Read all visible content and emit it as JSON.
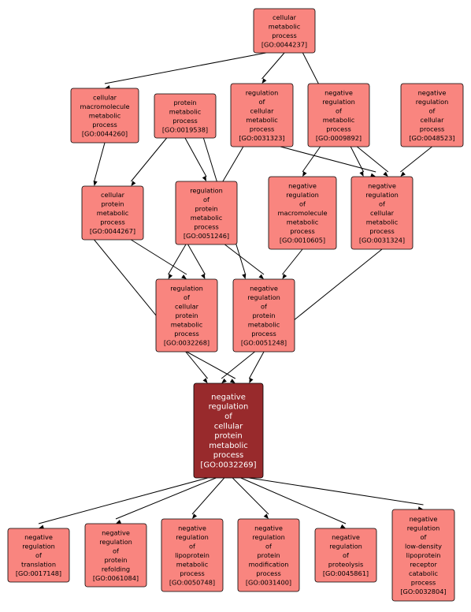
{
  "graph": {
    "colors": {
      "node": "#f9857f",
      "focus_node": "#982a2c",
      "border": "#000000",
      "edge": "#000000"
    },
    "nodes": [
      {
        "id": "n1",
        "lines": [
          "cellular",
          "metabolic",
          "process",
          "[GO:0044237]"
        ]
      },
      {
        "id": "n2",
        "lines": [
          "cellular",
          "macromolecule",
          "metabolic",
          "process",
          "[GO:0044260]"
        ]
      },
      {
        "id": "n3",
        "lines": [
          "protein",
          "metabolic",
          "process",
          "[GO:0019538]"
        ]
      },
      {
        "id": "n4",
        "lines": [
          "regulation",
          "of",
          "cellular",
          "metabolic",
          "process",
          "[GO:0031323]"
        ]
      },
      {
        "id": "n5",
        "lines": [
          "negative",
          "regulation",
          "of",
          "metabolic",
          "process",
          "[GO:0009892]"
        ]
      },
      {
        "id": "n6",
        "lines": [
          "negative",
          "regulation",
          "of",
          "cellular",
          "process",
          "[GO:0048523]"
        ]
      },
      {
        "id": "n7",
        "lines": [
          "cellular",
          "protein",
          "metabolic",
          "process",
          "[GO:0044267]"
        ]
      },
      {
        "id": "n8",
        "lines": [
          "regulation",
          "of",
          "protein",
          "metabolic",
          "process",
          "[GO:0051246]"
        ]
      },
      {
        "id": "n9",
        "lines": [
          "negative",
          "regulation",
          "of",
          "macromolecule",
          "metabolic",
          "process",
          "[GO:0010605]"
        ]
      },
      {
        "id": "n10",
        "lines": [
          "negative",
          "regulation",
          "of",
          "cellular",
          "metabolic",
          "process",
          "[GO:0031324]"
        ]
      },
      {
        "id": "n11",
        "lines": [
          "regulation",
          "of",
          "cellular",
          "protein",
          "metabolic",
          "process",
          "[GO:0032268]"
        ]
      },
      {
        "id": "n12",
        "lines": [
          "negative",
          "regulation",
          "of",
          "protein",
          "metabolic",
          "process",
          "[GO:0051248]"
        ]
      },
      {
        "id": "n13",
        "lines": [
          "negative",
          "regulation",
          "of",
          "cellular",
          "protein",
          "metabolic",
          "process",
          "[GO:0032269]"
        ],
        "focus": true
      },
      {
        "id": "n14",
        "lines": [
          "negative",
          "regulation",
          "of",
          "translation",
          "[GO:0017148]"
        ]
      },
      {
        "id": "n15",
        "lines": [
          "negative",
          "regulation",
          "of",
          "protein",
          "refolding",
          "[GO:0061084]"
        ]
      },
      {
        "id": "n16",
        "lines": [
          "negative",
          "regulation",
          "of",
          "lipoprotein",
          "metabolic",
          "process",
          "[GO:0050748]"
        ]
      },
      {
        "id": "n17",
        "lines": [
          "negative",
          "regulation",
          "of",
          "protein",
          "modification",
          "process",
          "[GO:0031400]"
        ]
      },
      {
        "id": "n18",
        "lines": [
          "negative",
          "regulation",
          "of",
          "proteolysis",
          "[GO:0045861]"
        ]
      },
      {
        "id": "n19",
        "lines": [
          "negative",
          "regulation",
          "of",
          "low-density",
          "lipoprotein",
          "receptor",
          "catabolic",
          "process",
          "[GO:0032804]"
        ]
      }
    ],
    "edges": [
      [
        "n1",
        "n2"
      ],
      [
        "n1",
        "n4"
      ],
      [
        "n1",
        "n10"
      ],
      [
        "n2",
        "n7"
      ],
      [
        "n3",
        "n7"
      ],
      [
        "n3",
        "n8"
      ],
      [
        "n3",
        "n12"
      ],
      [
        "n4",
        "n11"
      ],
      [
        "n4",
        "n10"
      ],
      [
        "n5",
        "n9"
      ],
      [
        "n5",
        "n10"
      ],
      [
        "n6",
        "n10"
      ],
      [
        "n7",
        "n13"
      ],
      [
        "n7",
        "n11"
      ],
      [
        "n8",
        "n11"
      ],
      [
        "n8",
        "n12"
      ],
      [
        "n9",
        "n12"
      ],
      [
        "n10",
        "n13"
      ],
      [
        "n11",
        "n13"
      ],
      [
        "n12",
        "n13"
      ],
      [
        "n13",
        "n14"
      ],
      [
        "n13",
        "n15"
      ],
      [
        "n13",
        "n16"
      ],
      [
        "n13",
        "n17"
      ],
      [
        "n13",
        "n18"
      ],
      [
        "n13",
        "n19"
      ]
    ]
  }
}
